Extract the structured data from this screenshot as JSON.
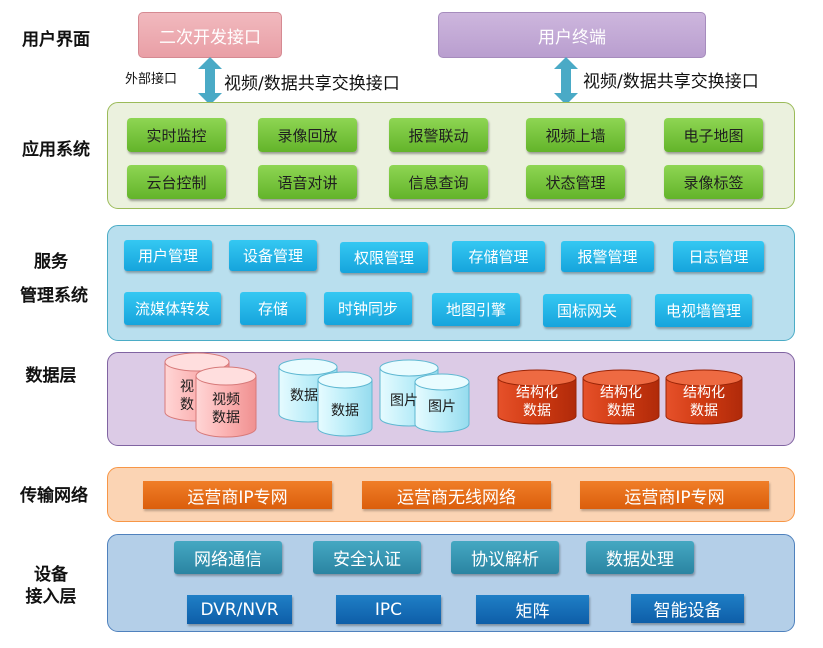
{
  "row_labels": {
    "user": "用户界面",
    "app": "应用系统",
    "service_1": "服务",
    "service_2": "管理系统",
    "data": "数据层",
    "transport": "传输网络",
    "device_1": "设备",
    "device_2": "接入层"
  },
  "top": {
    "left_box": "二次开发接口",
    "right_box": "用户终端",
    "external_label": "外部接口",
    "left_arrow_label": "视频/数据共享交换接口",
    "right_arrow_label": "视频/数据共享交换接口"
  },
  "app_modules": [
    "实时监控",
    "录像回放",
    "报警联动",
    "视频上墙",
    "电子地图",
    "云台控制",
    "语音对讲",
    "信息查询",
    "状态管理",
    "录像标签"
  ],
  "service_modules": [
    "用户管理",
    "设备管理",
    "权限管理",
    "存储管理",
    "报警管理",
    "日志管理",
    "流媒体转发",
    "存储",
    "时钟同步",
    "地图引擎",
    "国标网关",
    "电视墙管理"
  ],
  "data_layer": {
    "pink_back": "视\n数",
    "pink_front": "视频\n数据",
    "cyan_a_back": "数据",
    "cyan_a_front": "数据",
    "cyan_b_back": "图片",
    "cyan_b_front": "图片",
    "structured": [
      "结构化\n数据",
      "结构化\n数据",
      "结构化\n数据"
    ]
  },
  "transport": [
    "运营商IP专网",
    "运营商无线网络",
    "运营商IP专网"
  ],
  "device_functions": [
    "网络通信",
    "安全认证",
    "协议解析",
    "数据处理"
  ],
  "devices": [
    "DVR/NVR",
    "IPC",
    "矩阵",
    "智能设备"
  ],
  "colors": {
    "app_band": "#ebf1de",
    "service_band": "#b9dfee",
    "data_band": "#dccbe6",
    "transport_band": "#fbd4b4",
    "device_band": "#b4cfe8",
    "arrow": "#4aaac6"
  }
}
